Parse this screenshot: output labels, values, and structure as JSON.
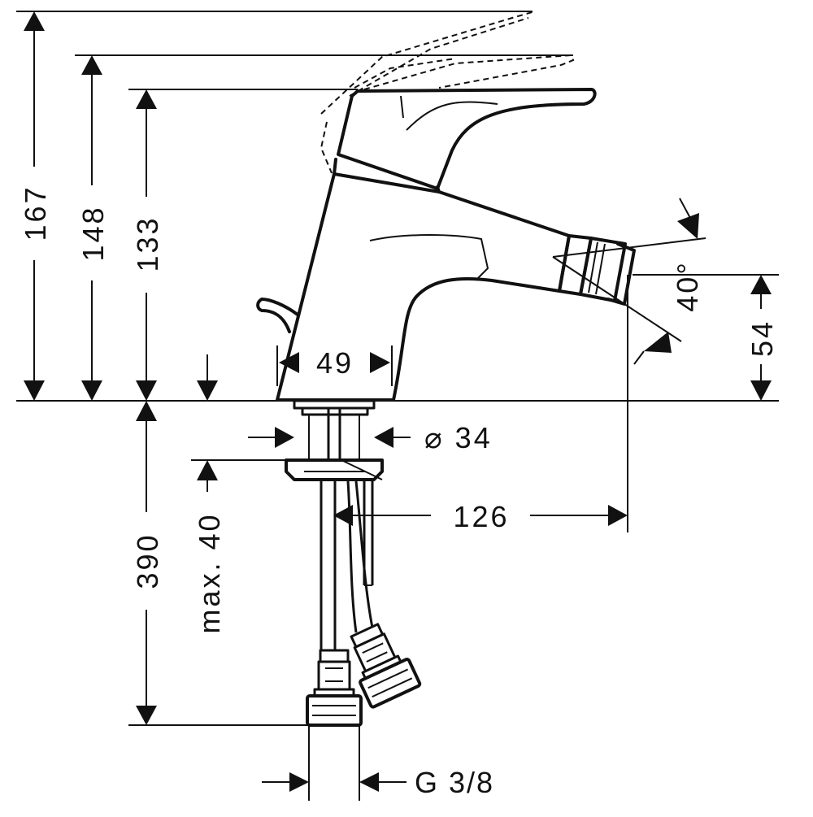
{
  "dimensions": {
    "total_height_max": "167",
    "height_148": "148",
    "height_133": "133",
    "body_width": "49",
    "outlet_height": "54",
    "spray_angle": "40°",
    "shank_diameter": "⌀ 34",
    "projection": "126",
    "hose_length": "390",
    "max_counter_thickness": "max. 40",
    "connection_thread": "G 3/8"
  }
}
